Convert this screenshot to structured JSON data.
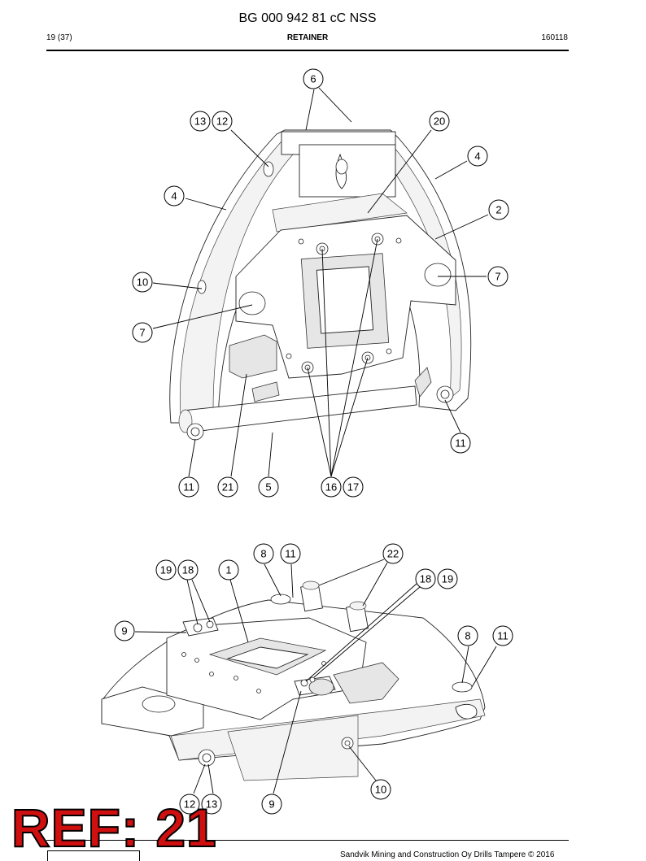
{
  "header": {
    "doc_number": "BG 000 942 81 cC NSS",
    "page": "19 (37)",
    "title": "RETAINER",
    "date": "160118"
  },
  "upper_view": {
    "callouts": [
      "6",
      "13",
      "12",
      "20",
      "4",
      "4",
      "2",
      "7",
      "10",
      "7",
      "11",
      "11",
      "21",
      "5",
      "16",
      "17"
    ]
  },
  "lower_view": {
    "callouts": [
      "8",
      "11",
      "22",
      "19",
      "18",
      "1",
      "18",
      "19",
      "9",
      "8",
      "11",
      "10",
      "12",
      "13",
      "9"
    ]
  },
  "stamp": {
    "text": "REF: 21",
    "color": "#d01010"
  },
  "footer": {
    "copyright": "Sandvik Mining and Construction Oy Drills Tampere © 2016"
  }
}
